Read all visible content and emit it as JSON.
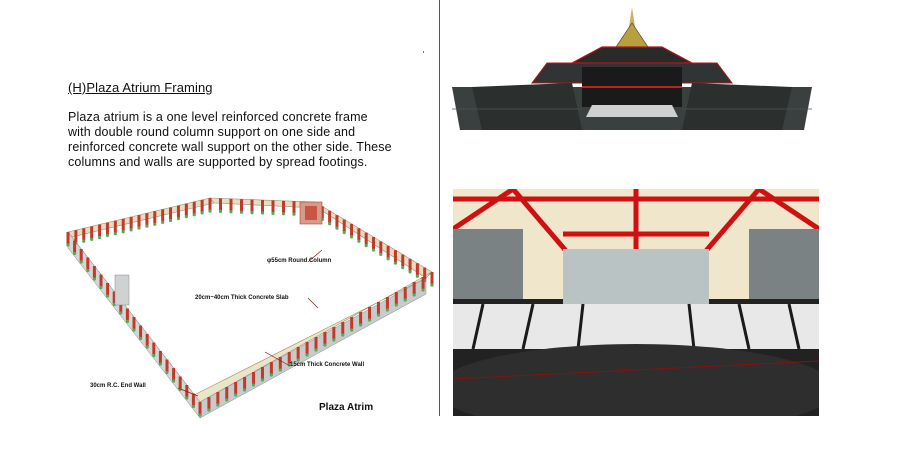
{
  "heading": "(H)Plaza Atrium Framing",
  "paragraph": [
    "Plaza atrium is a one level  reinforced concrete frame",
    "with double round column support on one side and",
    "reinforced concrete wall support on the other side. These",
    "columns and walls are supported by spread footings."
  ],
  "diagram": {
    "label_round_column": "φ55cm Round Column",
    "label_slab": "20cm~40cm Thick Concrete Slab",
    "label_wall": "15cm Thick Concrete Wall",
    "label_end_wall": "30cm R.C. End Wall",
    "caption": "Plaza Atrim"
  }
}
